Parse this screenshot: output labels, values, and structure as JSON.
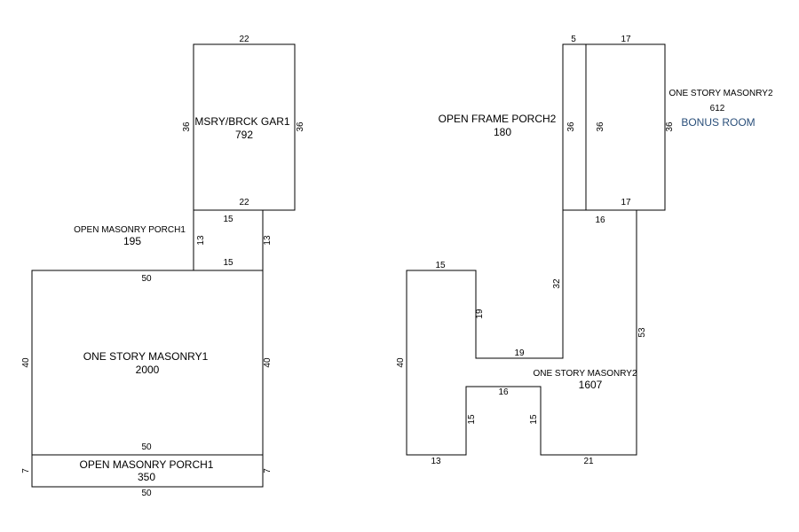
{
  "colors": {
    "outline": "#000000",
    "note": "#2a4f7a"
  },
  "areas": {
    "garage": {
      "name": "MSRY/BRCK GAR1",
      "area": "792"
    },
    "masonry_porch_top": {
      "name": "OPEN MASONRY PORCH1",
      "area": "195"
    },
    "masonry1": {
      "name": "ONE STORY MASONRY1",
      "area": "2000"
    },
    "masonry_porch_bottom": {
      "name": "OPEN MASONRY PORCH1",
      "area": "350"
    },
    "frame_porch": {
      "name": "OPEN FRAME PORCH2",
      "area": "180"
    },
    "masonry2_upper": {
      "name": "ONE STORY MASONRY2",
      "area": "612",
      "note": "BONUS ROOM"
    },
    "masonry2_lower": {
      "name": "ONE STORY MASONRY2",
      "area": "1607"
    }
  },
  "dims": {
    "garage_top": "22",
    "garage_left": "36",
    "garage_right": "36",
    "garage_bottom": "22",
    "porch1_top": "15",
    "porch1_left": "13",
    "porch1_right": "13",
    "porch1_bottom": "15",
    "main_top": "50",
    "main_left": "40",
    "main_right": "40",
    "porch2_top": "50",
    "porch2_left": "7",
    "porch2_right": "7",
    "porch2_bottom": "50",
    "fp_top": "5",
    "fp_left": "36",
    "m2u_top": "17",
    "m2u_left": "36",
    "m2u_right": "36",
    "m2u_bottom": "17",
    "m2l_top_right": "16",
    "m2l_left_upper": "32",
    "m2l_right": "53",
    "m2l_step": "19",
    "m2l_inner_vert": "19",
    "m2l_top_left": "15",
    "m2l_left": "40",
    "m2l_bottom_left": "13",
    "m2l_notch_left": "15",
    "m2l_notch_top": "16",
    "m2l_notch_right": "15",
    "m2l_bottom_right": "21"
  }
}
